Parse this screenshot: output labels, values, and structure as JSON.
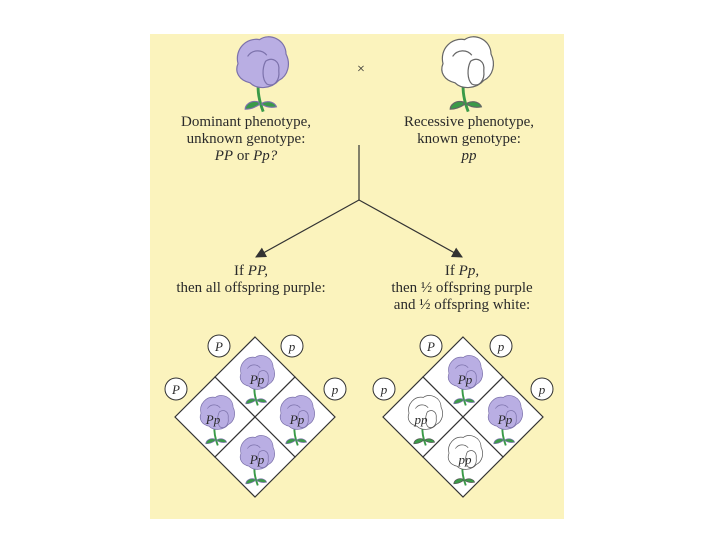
{
  "colors": {
    "panel_background": "#fbf3bd",
    "purple_flower": "#b9aee3",
    "white_flower": "#ffffff",
    "stem_green": "#3a9a48",
    "line": "#333333"
  },
  "cross": {
    "symbol": "×",
    "left_parent": {
      "flower": "purple-flower",
      "line1": "Dominant phenotype,",
      "line2": "unknown genotype:",
      "line3_a": "PP",
      "line3_b": " or ",
      "line3_c": "Pp?"
    },
    "right_parent": {
      "flower": "white-flower",
      "line1": "Recessive phenotype,",
      "line2": "known genotype:",
      "line3": "pp"
    }
  },
  "outcomes": {
    "left": {
      "line1_a": "If ",
      "line1_b": "PP,",
      "line2": "then all offspring purple:"
    },
    "right": {
      "line1_a": "If ",
      "line1_b": "Pp,",
      "line2_a": "then ",
      "line2_b": "½",
      "line2_c": " offspring purple",
      "line3_a": "and ",
      "line3_b": "½",
      "line3_c": " offspring white:"
    }
  },
  "punnett_squares": [
    {
      "top_gametes": [
        "P",
        "p"
      ],
      "side_gametes": [
        "P",
        "p"
      ],
      "cells": [
        {
          "genotype": "Pp",
          "flower": "purple"
        },
        {
          "genotype": "Pp",
          "flower": "purple"
        },
        {
          "genotype": "Pp",
          "flower": "purple"
        },
        {
          "genotype": "Pp",
          "flower": "purple"
        }
      ]
    },
    {
      "top_gametes": [
        "P",
        "p"
      ],
      "side_gametes": [
        "p",
        "p"
      ],
      "cells": [
        {
          "genotype": "Pp",
          "flower": "purple"
        },
        {
          "genotype": "pp",
          "flower": "white"
        },
        {
          "genotype": "Pp",
          "flower": "purple"
        },
        {
          "genotype": "pp",
          "flower": "white"
        }
      ]
    }
  ]
}
